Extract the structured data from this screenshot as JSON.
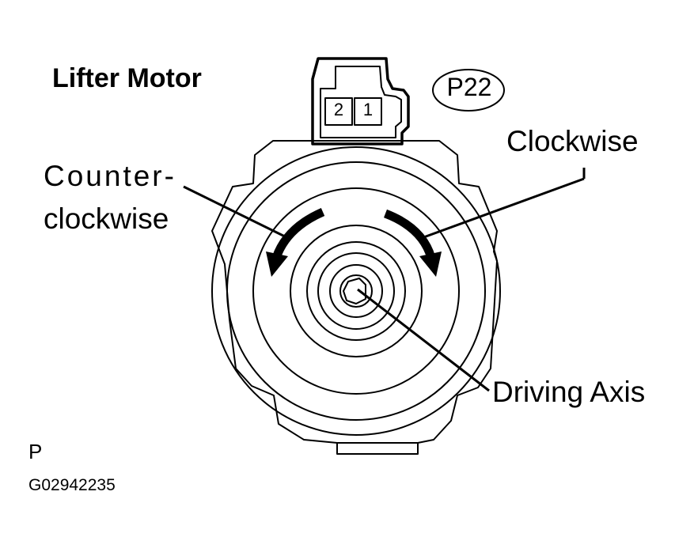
{
  "title": "Lifter Motor",
  "part_code": "P22",
  "connector": {
    "pins": [
      "2",
      "1"
    ]
  },
  "labels": {
    "counterclockwise_line1": "Counter-",
    "counterclockwise_line2": "clockwise",
    "clockwise": "Clockwise",
    "driving_axis": "Driving Axis"
  },
  "footer": {
    "mark": "P",
    "figure_id": "G02942235"
  },
  "colors": {
    "ink": "#000000",
    "background": "#ffffff"
  }
}
